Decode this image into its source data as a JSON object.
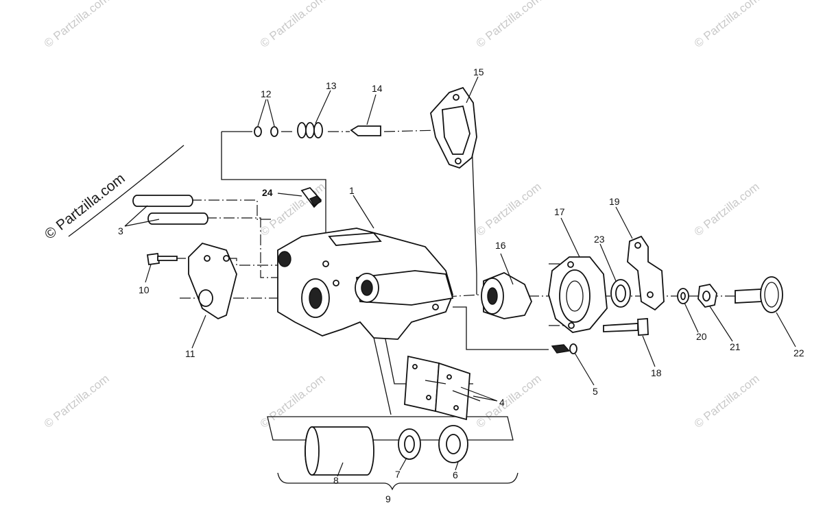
{
  "watermark": {
    "text": "© Partzilla.com",
    "large_text": "© Partzilla.com"
  },
  "callouts": {
    "c1": "1",
    "c3": "3",
    "c4": "4",
    "c5": "5",
    "c6": "6",
    "c7": "7",
    "c8": "8",
    "c9": "9",
    "c10": "10",
    "c11": "11",
    "c12": "12",
    "c13": "13",
    "c14": "14",
    "c15": "15",
    "c16": "16",
    "c17": "17",
    "c18": "18",
    "c19": "19",
    "c20": "20",
    "c21": "21",
    "c22": "22",
    "c23": "23",
    "c24": "24"
  }
}
